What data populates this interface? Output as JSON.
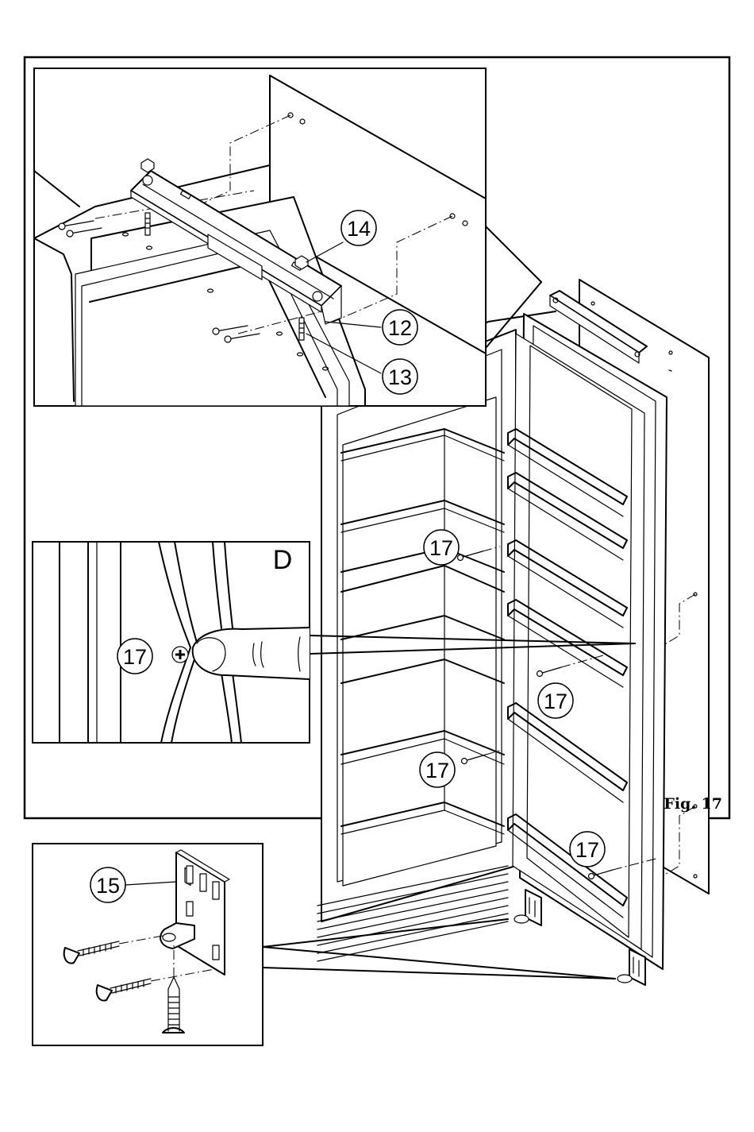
{
  "figure": {
    "label": "Fig. 17",
    "detail_letter": "D"
  },
  "callouts": {
    "c12": "12",
    "c13": "13",
    "c14": "14",
    "c15": "15",
    "c17_panel": "17",
    "c17_a": "17",
    "c17_b": "17",
    "c17_c": "17",
    "c17_d": "17"
  }
}
